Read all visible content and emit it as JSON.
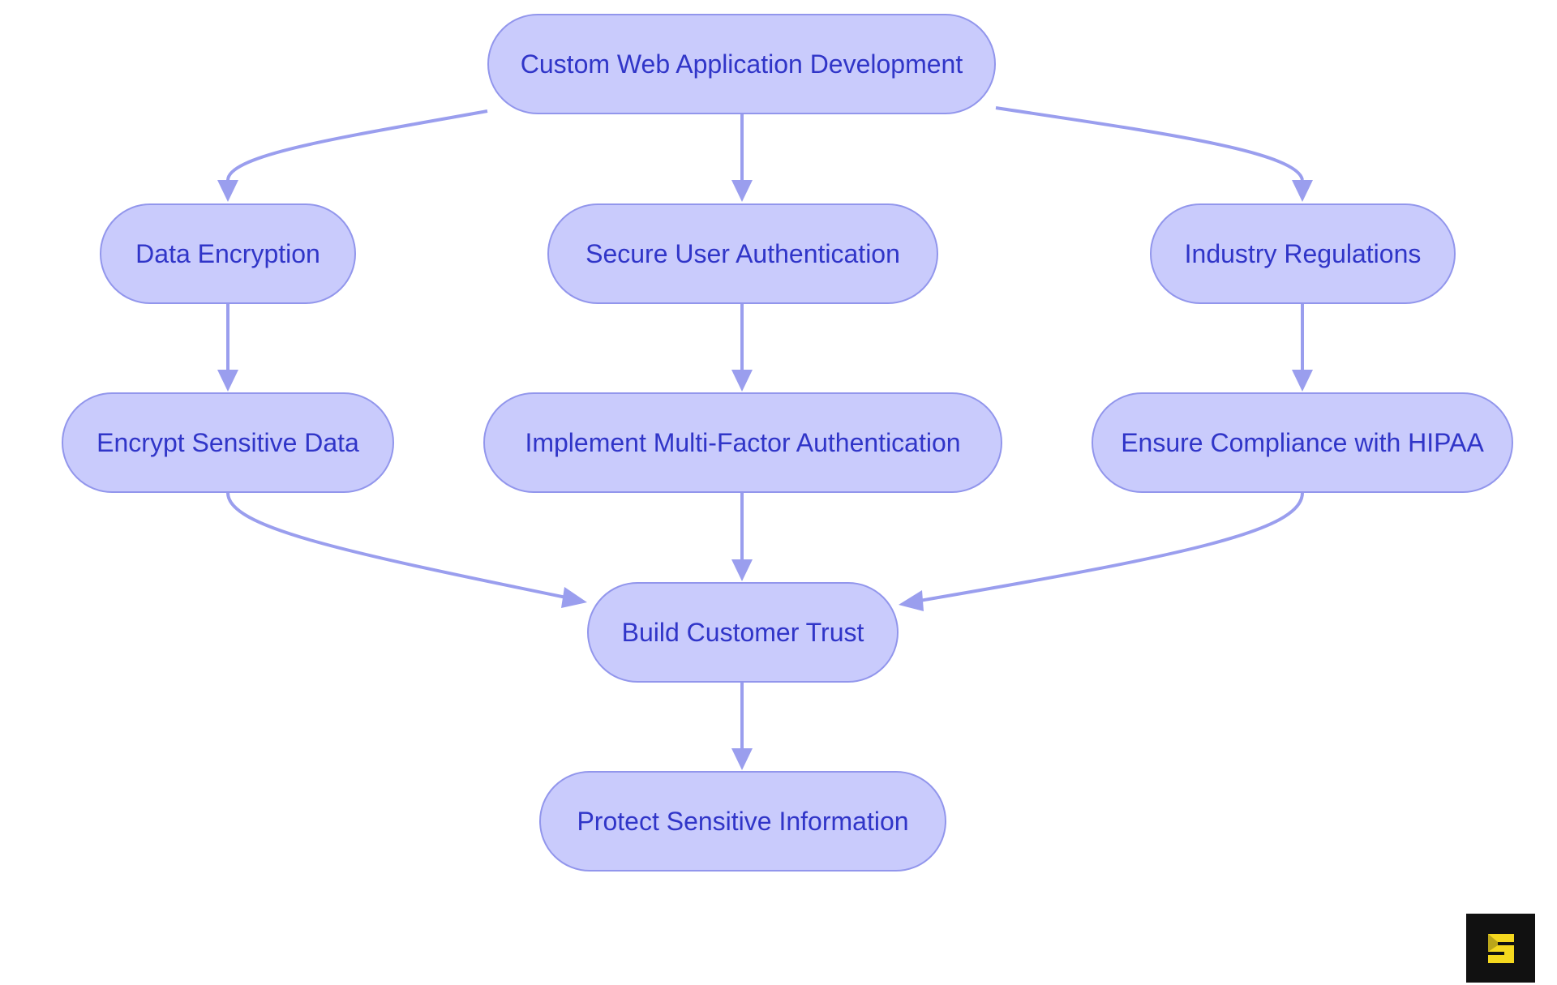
{
  "diagram": {
    "nodes": {
      "root": "Custom Web Application Development",
      "data_encryption": "Data Encryption",
      "secure_auth": "Secure User Authentication",
      "industry_regulations": "Industry Regulations",
      "encrypt_sensitive": "Encrypt Sensitive Data",
      "mfa": "Implement Multi-Factor Authentication",
      "hipaa": "Ensure Compliance with HIPAA",
      "customer_trust": "Build Customer Trust",
      "protect_info": "Protect Sensitive Information"
    },
    "edges": [
      [
        "root",
        "data_encryption"
      ],
      [
        "root",
        "secure_auth"
      ],
      [
        "root",
        "industry_regulations"
      ],
      [
        "data_encryption",
        "encrypt_sensitive"
      ],
      [
        "secure_auth",
        "mfa"
      ],
      [
        "industry_regulations",
        "hipaa"
      ],
      [
        "encrypt_sensitive",
        "customer_trust"
      ],
      [
        "mfa",
        "customer_trust"
      ],
      [
        "hipaa",
        "customer_trust"
      ],
      [
        "customer_trust",
        "protect_info"
      ]
    ]
  },
  "colors": {
    "node_fill": "#c9cbfc",
    "node_border": "#9296ec",
    "node_text": "#3035c8",
    "edge": "#9a9eee",
    "logo_background": "#111111",
    "logo_mark": "#f5d81e"
  },
  "logo": {
    "icon": "s-logo-icon"
  }
}
